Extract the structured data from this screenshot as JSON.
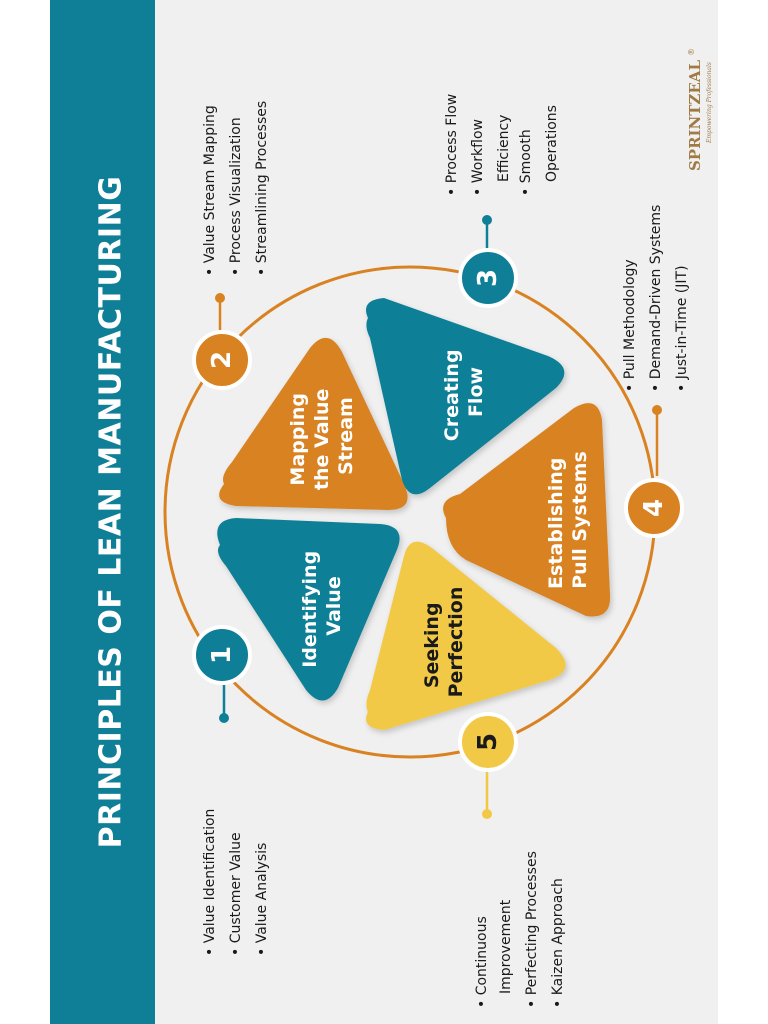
{
  "title": "PRINCIPLES OF LEAN MANUFACTURING",
  "logo": {
    "main": "SPRINTZEAL",
    "tagline": "Empowering Professionals",
    "mark": "®"
  },
  "colors": {
    "teal": "#0e7f96",
    "orange": "#d98222",
    "yellow": "#f2c946",
    "ring": "#d98222",
    "text": "#1a1a1a",
    "white": "#ffffff"
  },
  "segments": [
    {
      "name": "identifying-value",
      "lines": [
        "Identifying",
        "Value"
      ],
      "color": "teal"
    },
    {
      "name": "mapping-value-stream",
      "lines": [
        "Mapping",
        "the Value",
        "Stream"
      ],
      "color": "orange"
    },
    {
      "name": "creating-flow",
      "lines": [
        "Creating",
        "Flow"
      ],
      "color": "teal"
    },
    {
      "name": "establishing-pull-systems",
      "lines": [
        "Establishing",
        "Pull Systems"
      ],
      "color": "orange"
    },
    {
      "name": "seeking-perfection",
      "lines": [
        "Seeking",
        "Perfection"
      ],
      "color": "yellow"
    }
  ],
  "badges": [
    {
      "num": "1",
      "color": "teal"
    },
    {
      "num": "2",
      "color": "orange"
    },
    {
      "num": "3",
      "color": "teal"
    },
    {
      "num": "4",
      "color": "orange"
    },
    {
      "num": "5",
      "color": "yellow"
    }
  ],
  "bullet_groups": [
    {
      "name": "principle-1-bullets",
      "items": [
        "Value Identification",
        "Customer Value",
        "Value Analysis"
      ]
    },
    {
      "name": "principle-2-bullets",
      "items": [
        "Value Stream Mapping",
        "Process Visualization",
        "Streamlining Processes"
      ]
    },
    {
      "name": "principle-3-bullets",
      "items": [
        "Process Flow",
        "Workflow",
        "Efficiency",
        "Smooth",
        "Operations"
      ]
    },
    {
      "name": "principle-4-bullets",
      "items": [
        "Pull Methodology",
        "Demand-Driven Systems",
        "Just-in-Time (JIT)"
      ]
    },
    {
      "name": "principle-5-bullets",
      "items": [
        "Continuous",
        "Improvement",
        "Perfecting Processes",
        "Kaizen Approach"
      ]
    }
  ]
}
